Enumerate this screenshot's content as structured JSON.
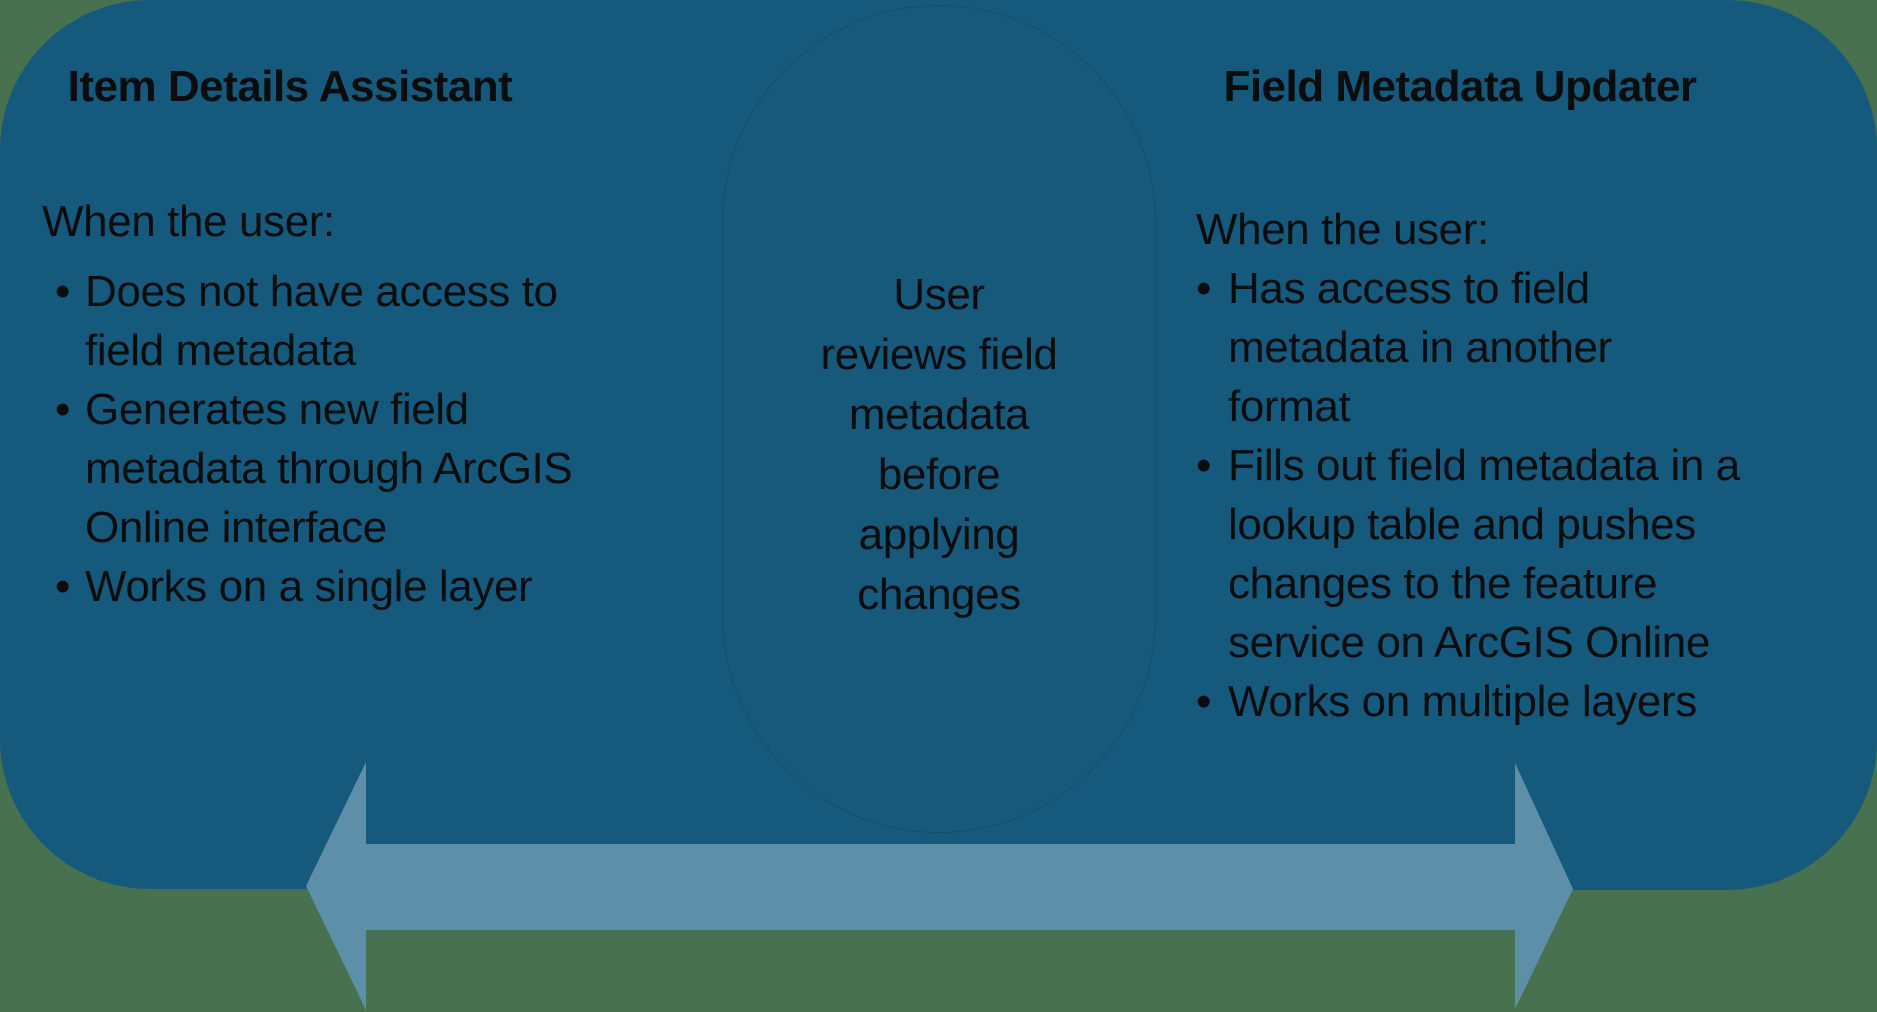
{
  "colors": {
    "background": "#47714F",
    "panel": "#155A7D",
    "capsule": "#17597B",
    "arrow": "#5D90A8",
    "text": "#0b0c0d"
  },
  "bullet_glyph": "•",
  "left_panel": {
    "title": "Item Details Assistant",
    "intro": "When the user:",
    "bullets": [
      {
        "lines": [
          "Does not have access to",
          "field metadata"
        ]
      },
      {
        "lines": [
          "Generates new field",
          "metadata through ArcGIS",
          "Online interface"
        ]
      },
      {
        "lines": [
          "Works on a single layer"
        ]
      }
    ]
  },
  "middle": {
    "lines": [
      "User",
      "reviews field",
      "metadata",
      "before",
      "applying",
      "changes"
    ]
  },
  "right_panel": {
    "title": "Field Metadata Updater",
    "intro": "When the user:",
    "bullets": [
      {
        "lines": [
          "Has access to field",
          "metadata in another",
          "format"
        ]
      },
      {
        "lines": [
          "Fills out field metadata in a",
          "lookup table and pushes",
          "changes to the feature",
          "service on ArcGIS Online"
        ]
      },
      {
        "lines": [
          "Works on multiple layers"
        ]
      }
    ]
  },
  "arrow": {
    "description": "double-headed horizontal arrow"
  }
}
